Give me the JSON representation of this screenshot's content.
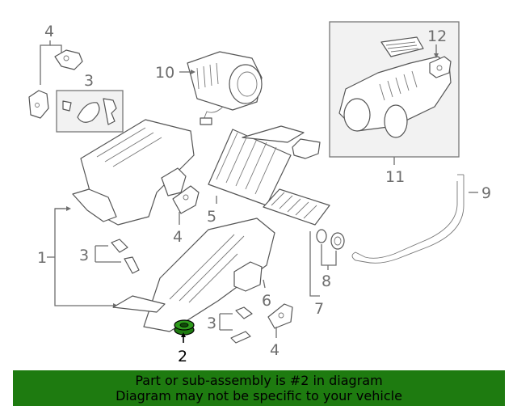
{
  "callouts": {
    "c1": "1",
    "c2": "2",
    "c3a": "3",
    "c3b": "3",
    "c3c": "3",
    "c4a": "4",
    "c4b": "4",
    "c4c": "4",
    "c5": "5",
    "c6": "6",
    "c7": "7",
    "c8": "8",
    "c9": "9",
    "c10": "10",
    "c11": "11",
    "c12": "12"
  },
  "highlighted_part": "2",
  "colors": {
    "banner": "#1e7b10",
    "line": "#6e6e6e",
    "highlight": "#000000"
  },
  "banner": {
    "line1": "Part or sub-assembly is #2 in diagram",
    "line2": "Diagram may not be specific to your vehicle"
  }
}
